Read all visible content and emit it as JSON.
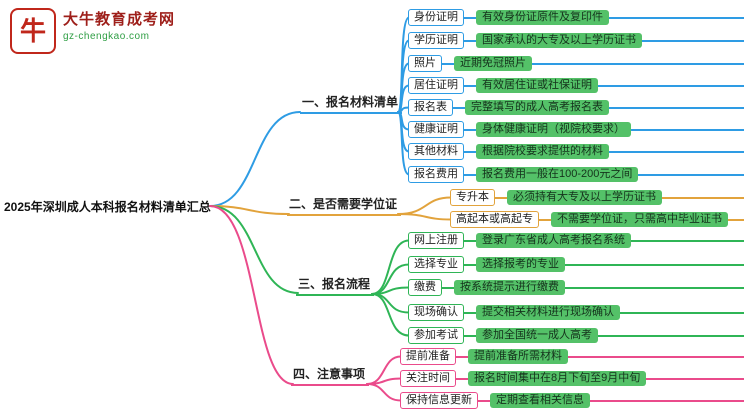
{
  "logo": {
    "icon": "bull-icon",
    "brand": "大牛教育成考网",
    "domain": "gz-chengkao.com",
    "brand_color": "#9e1f1a",
    "domain_color": "#2f9e44",
    "icon_color": "#c0271b"
  },
  "root": {
    "title": "2025年深圳成人本科报名材料清单汇总"
  },
  "colors": {
    "value_bg": "#54c168"
  },
  "branches": [
    {
      "label": "一、报名材料清单",
      "color": "#2e9ce4",
      "items": [
        {
          "label": "身份证明",
          "value": "有效身份证原件及复印件"
        },
        {
          "label": "学历证明",
          "value": "国家承认的大专及以上学历证书"
        },
        {
          "label": "照片",
          "value": "近期免冠照片"
        },
        {
          "label": "居住证明",
          "value": "有效居住证或社保证明"
        },
        {
          "label": "报名表",
          "value": "完整填写的成人高考报名表"
        },
        {
          "label": "健康证明",
          "value": "身体健康证明（视院校要求）"
        },
        {
          "label": "其他材料",
          "value": "根据院校要求提供的材料"
        },
        {
          "label": "报名费用",
          "value": "报名费用一般在100-200元之间"
        }
      ]
    },
    {
      "label": "二、是否需要学位证",
      "color": "#e2a33c",
      "items": [
        {
          "label": "专升本",
          "value": "必须持有大专及以上学历证书"
        },
        {
          "label": "高起本或高起专",
          "value": "不需要学位证，只需高中毕业证书"
        }
      ]
    },
    {
      "label": "三、报名流程",
      "color": "#2fb556",
      "items": [
        {
          "label": "网上注册",
          "value": "登录广东省成人高考报名系统"
        },
        {
          "label": "选择专业",
          "value": "选择报考的专业"
        },
        {
          "label": "缴费",
          "value": "按系统提示进行缴费"
        },
        {
          "label": "现场确认",
          "value": "提交相关材料进行现场确认"
        },
        {
          "label": "参加考试",
          "value": "参加全国统一成人高考"
        }
      ]
    },
    {
      "label": "四、注意事项",
      "color": "#ea4b8b",
      "items": [
        {
          "label": "提前准备",
          "value": "提前准备所需材料"
        },
        {
          "label": "关注时间",
          "value": "报名时间集中在8月下旬至9月中旬"
        },
        {
          "label": "保持信息更新",
          "value": "定期查看相关信息"
        }
      ]
    }
  ]
}
